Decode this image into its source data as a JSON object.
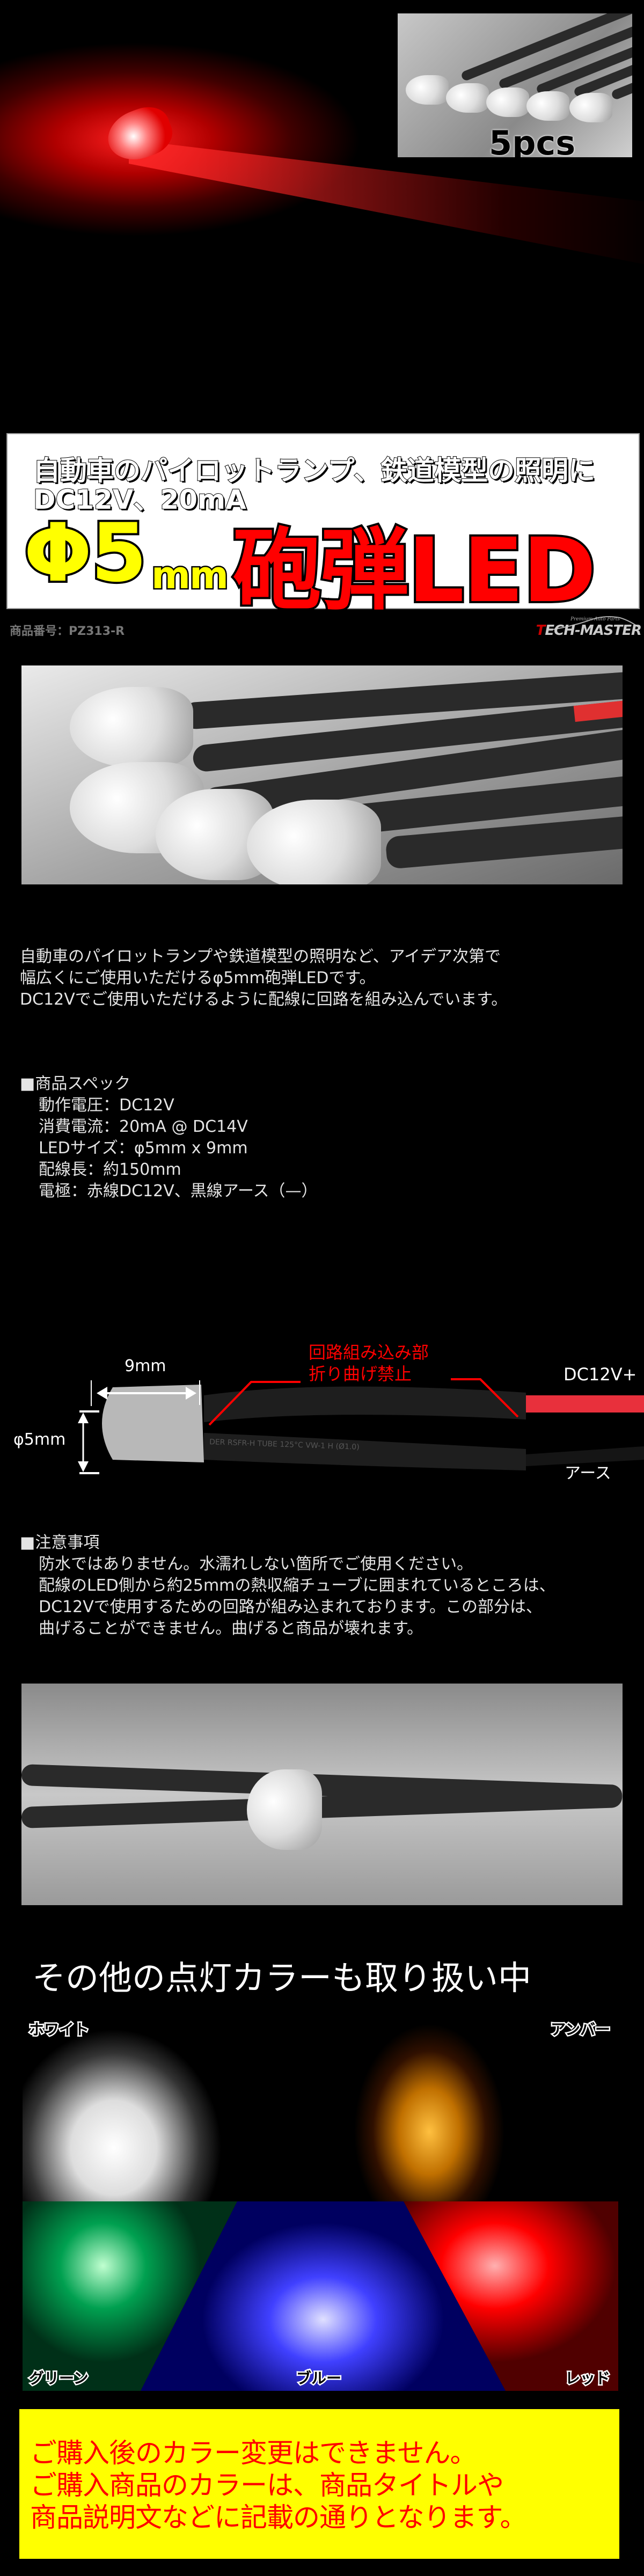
{
  "hero": {
    "inset_label": "5pcs"
  },
  "title": {
    "subtitle_line1": "自動車のパイロットランプ、鉄道模型の照明に",
    "subtitle_line2": "DC12V、20mA",
    "phi5": "Φ5",
    "mm": "mm",
    "main": "砲弾LED"
  },
  "product_code": "商品番号：PZ313-R",
  "brand": {
    "name_first": "T",
    "name_rest": "ECH-MASTER",
    "tagline": "Premium Auto Parts"
  },
  "description": {
    "lines": [
      "自動車のパイロットランプや鉄道模型の照明など、アイデア次第で",
      "幅広くにご使用いただけるφ5mm砲弾LEDです。",
      "DC12Vでご使用いただけるように配線に回路を組み込んでいます。"
    ]
  },
  "specs": {
    "heading": "■商品スペック",
    "items": [
      "動作電圧：DC12V",
      "消費電流：20mA @ DC14V",
      "LEDサイズ：φ5mm x 9mm",
      "配線長：約150mm",
      "電極：赤線DC12V、黒線アース（—）"
    ]
  },
  "diagram": {
    "length": "9mm",
    "diameter": "φ5mm",
    "warning_line1": "回路組み込み部",
    "warning_line2": "折り曲げ禁止",
    "positive": "DC12V+",
    "ground": "アース",
    "tube_print": "DER  RSFR-H  TUBE  125°C  VW-1  H  (Ø1.0)"
  },
  "notes": {
    "heading": "■注意事項",
    "lines": [
      "防水ではありません。水濡れしない箇所でご使用ください。",
      "配線のLED側から約25mmの熱収縮チューブに囲まれているところは、",
      "DC12Vで使用するための回路が組み込まれております。この部分は、",
      "曲げることができません。曲げると商品が壊れます。"
    ]
  },
  "colors": {
    "heading": "その他の点灯カラーも取り扱い中",
    "items": [
      {
        "label": "ホワイト",
        "color": "#ffffff"
      },
      {
        "label": "アンバー",
        "color": "#ffa500"
      },
      {
        "label": "グリーン",
        "color": "#00c060"
      },
      {
        "label": "ブルー",
        "color": "#3030ff"
      },
      {
        "label": "レッド",
        "color": "#ff0000"
      }
    ]
  },
  "notice": {
    "lines": [
      "ご購入後のカラー変更はできません。",
      "ご購入商品のカラーは、商品タイトルや",
      "商品説明文などに記載の通りとなります。"
    ]
  }
}
